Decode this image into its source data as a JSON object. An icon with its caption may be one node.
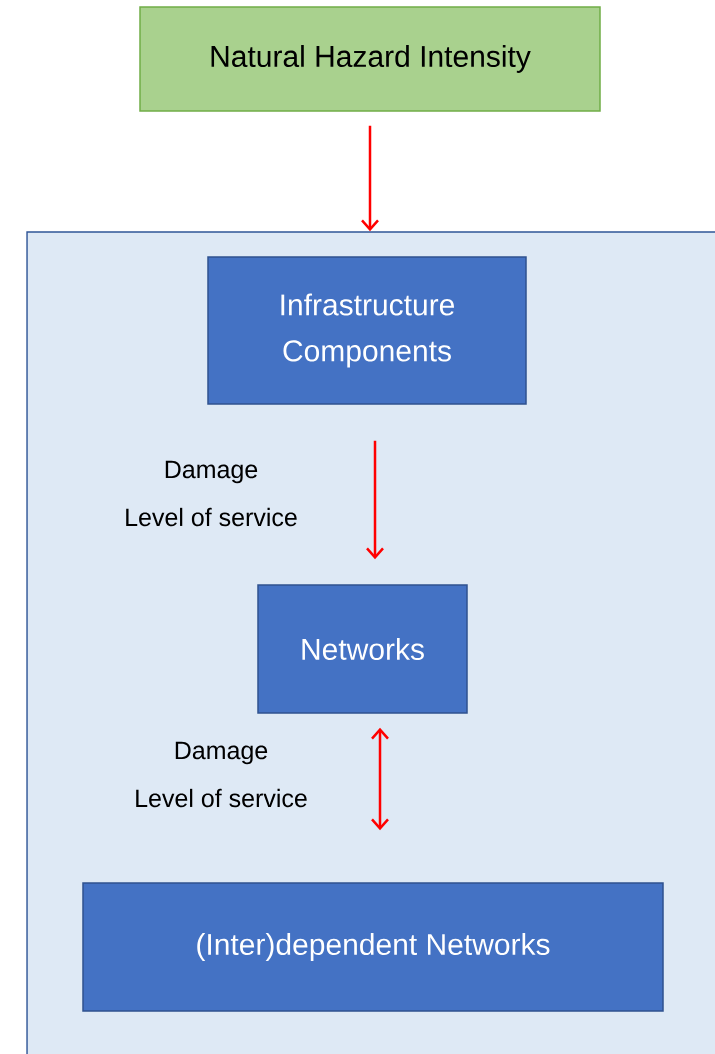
{
  "diagram": {
    "nodes": [
      {
        "text": [
          "Natural Hazard Intensity"
        ]
      },
      {
        "text": [],
        "shape": "box"
      },
      {
        "text": [
          "Infrastructure Components"
        ],
        "in": 1
      },
      {
        "text": [
          "Networks"
        ],
        "in": 1
      },
      {
        "text": [
          "(Inter)dependent Networks"
        ],
        "in": 1
      }
    ],
    "edges": [
      {
        "from": 0,
        "to": 1,
        "arrow": "to"
      },
      {
        "from": 2,
        "to": 3,
        "arrow": "to"
      },
      {
        "from": 3,
        "to": 4,
        "arrow": "both"
      }
    ],
    "labels": [
      "Damage",
      "Level of service",
      "Damage",
      "Level of service"
    ]
  }
}
